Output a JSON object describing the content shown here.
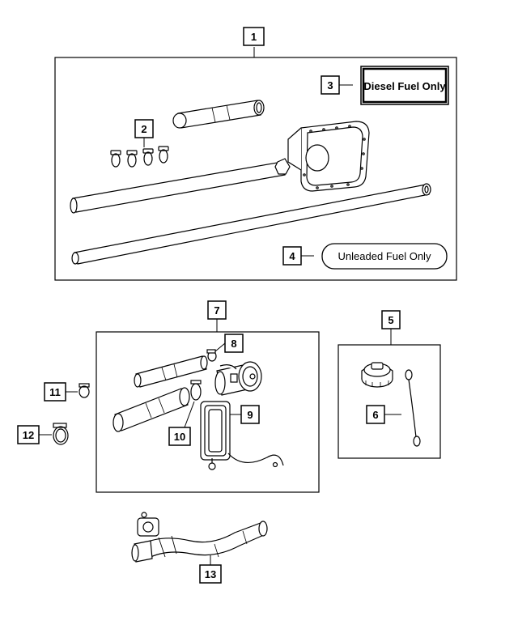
{
  "callouts": {
    "c1": "1",
    "c2": "2",
    "c3": "3",
    "c4": "4",
    "c5": "5",
    "c6": "6",
    "c7": "7",
    "c8": "8",
    "c9": "9",
    "c10": "10",
    "c11": "11",
    "c12": "12",
    "c13": "13"
  },
  "labels": {
    "diesel": "Diesel Fuel Only",
    "unleaded": "Unleaded Fuel Only"
  }
}
